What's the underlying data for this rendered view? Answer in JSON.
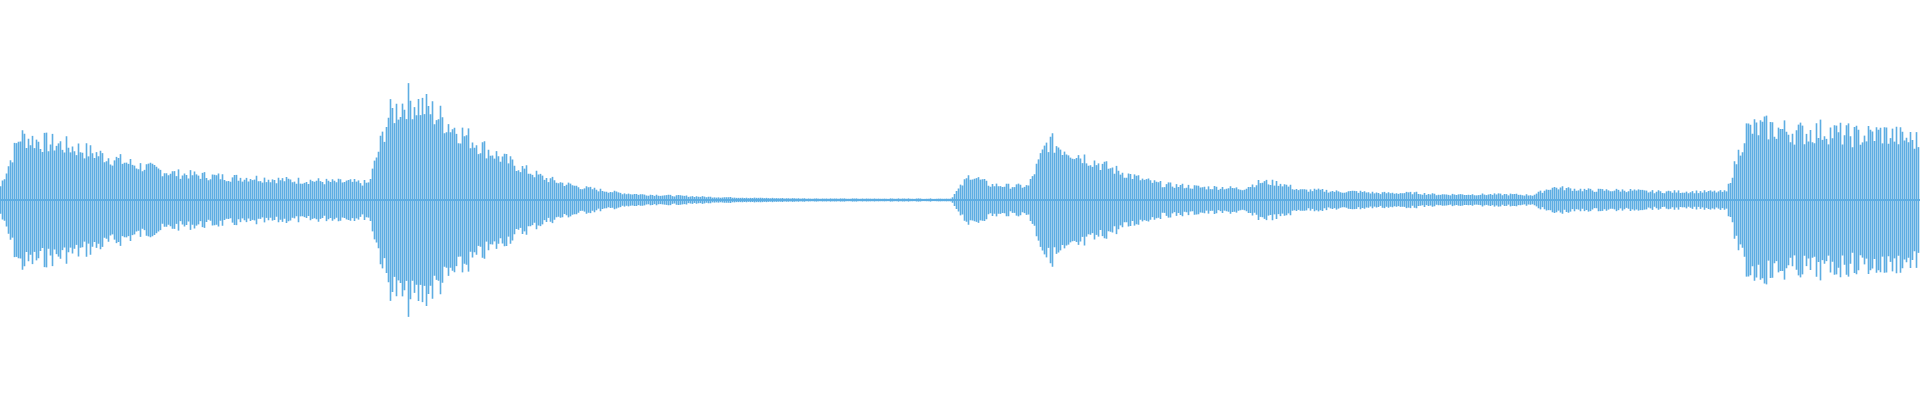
{
  "waveform": {
    "color": "#5dade2",
    "background": "#ffffff",
    "envelope": [
      0.1,
      0.46,
      0.42,
      0.4,
      0.37,
      0.33,
      0.29,
      0.25,
      0.22,
      0.19,
      0.18,
      0.17,
      0.16,
      0.16,
      0.15,
      0.14,
      0.14,
      0.13,
      0.13,
      0.12,
      0.6,
      0.72,
      0.66,
      0.56,
      0.46,
      0.37,
      0.29,
      0.22,
      0.16,
      0.12,
      0.09,
      0.07,
      0.05,
      0.04,
      0.035,
      0.03,
      0.025,
      0.02,
      0.018,
      0.015,
      0.013,
      0.012,
      0.011,
      0.01,
      0.01,
      0.01,
      0.01,
      0.01,
      0.01,
      0.01,
      0.18,
      0.11,
      0.1,
      0.1,
      0.42,
      0.36,
      0.3,
      0.24,
      0.19,
      0.14,
      0.11,
      0.1,
      0.09,
      0.09,
      0.08,
      0.13,
      0.12,
      0.07,
      0.07,
      0.06,
      0.06,
      0.05,
      0.05,
      0.05,
      0.04,
      0.04,
      0.04,
      0.04,
      0.04,
      0.035,
      0.09,
      0.08,
      0.07,
      0.07,
      0.07,
      0.06,
      0.06,
      0.06,
      0.06,
      0.06,
      0.5,
      0.52,
      0.5,
      0.48,
      0.5,
      0.47,
      0.46,
      0.48,
      0.45,
      0.42
    ]
  }
}
